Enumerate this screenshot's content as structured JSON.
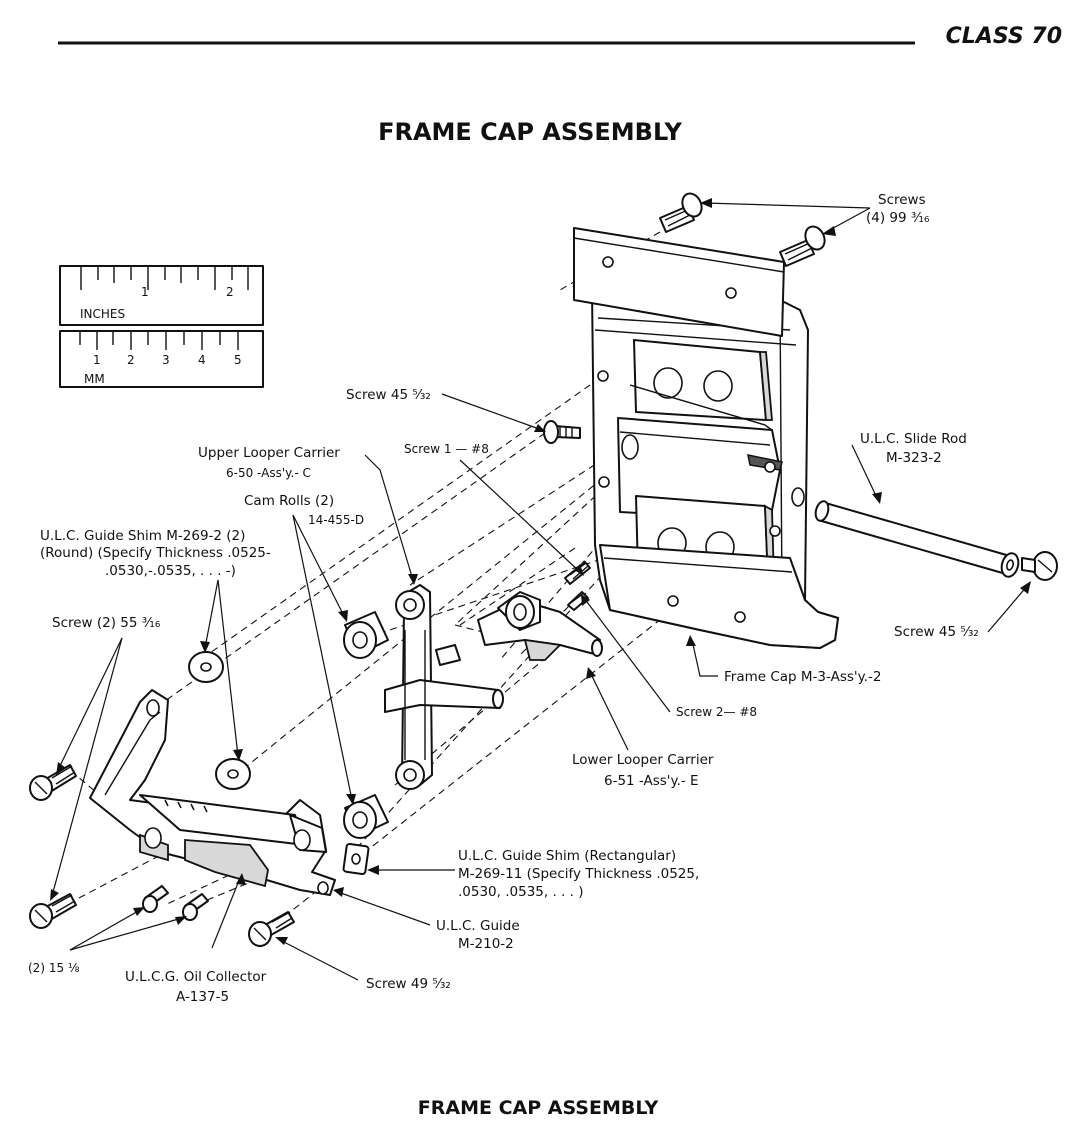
{
  "header": {
    "class_label": "CLASS 70"
  },
  "title": "FRAME CAP ASSEMBLY",
  "footer_title": "FRAME CAP ASSEMBLY",
  "ruler": {
    "inch_unit": "INCHES",
    "inch_ticks": [
      "1",
      "2"
    ],
    "mm_unit": "MM",
    "mm_ticks": [
      "1",
      "2",
      "3",
      "4",
      "5"
    ]
  },
  "labels": {
    "screws_top_1": "Screws",
    "screws_top_2": "(4)  99  ³⁄₁₆",
    "screw45_left": "Screw  45  ⁵⁄₃₂",
    "screw1": "Screw  1 — #8",
    "ulc_slide_rod_1": "U.L.C.  Slide  Rod",
    "ulc_slide_rod_2": "M-323-2",
    "upper_looper_1": "Upper  Looper  Carrier",
    "upper_looper_2": "6-50 -Ass'y.- C",
    "cam_rolls_1": "Cam  Rolls  (2)",
    "cam_rolls_2": "14-455-D",
    "guide_shim_round_1": "U.L.C.  Guide  Shim  M-269-2  (2)",
    "guide_shim_round_2": "(Round)  (Specify  Thickness  .0525-",
    "guide_shim_round_3": ".0530,-.0535, . . . -)",
    "screw55": "Screw  (2)  55  ³⁄₁₆",
    "screw45_right": "Screw  45  ⁵⁄₃₂",
    "frame_cap": "Frame  Cap  M-3-Ass'y.-2",
    "screw2": "Screw  2— #8",
    "lower_looper_1": "Lower  Looper  Carrier",
    "lower_looper_2": "6-51 -Ass'y.- E",
    "guide_shim_rect_1": "U.L.C.  Guide  Shim  (Rectangular)",
    "guide_shim_rect_2": "M-269-11  (Specify  Thickness  .0525,",
    "guide_shim_rect_3": ".0530,  .0535, . . . )",
    "ulc_guide_1": "U.L.C.  Guide",
    "ulc_guide_2": "M-210-2",
    "screw15": "(2)  15  ⅛",
    "oil_collector_1": "U.L.C.G.  Oil  Collector",
    "oil_collector_2": "A-137-5",
    "screw49": "Screw  49  ⁵⁄₃₂"
  }
}
